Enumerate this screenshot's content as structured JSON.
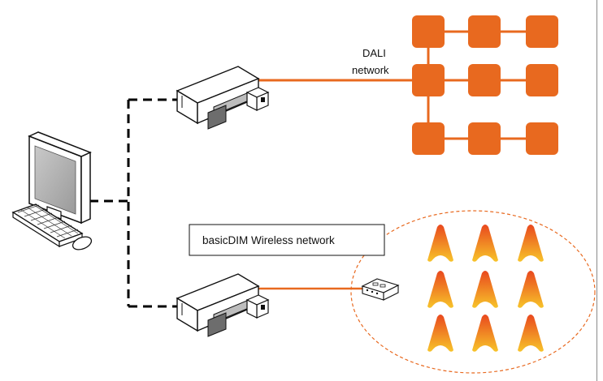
{
  "labels": {
    "dali_line1": "DALI",
    "dali_line2": "network",
    "wireless": "basicDIM Wireless network"
  },
  "colors": {
    "dali_node": "#E8691F",
    "dali_link": "#E8691F",
    "cable": "#000000",
    "wireless_circle": "#E8691F",
    "lamp_top": "#E9481E",
    "lamp_bottom": "#F7C42A"
  },
  "icons": [
    "computer-icon",
    "keyboard-icon",
    "mouse-icon",
    "gateway-device-icon",
    "wireless-module-icon",
    "lamp-icon"
  ]
}
